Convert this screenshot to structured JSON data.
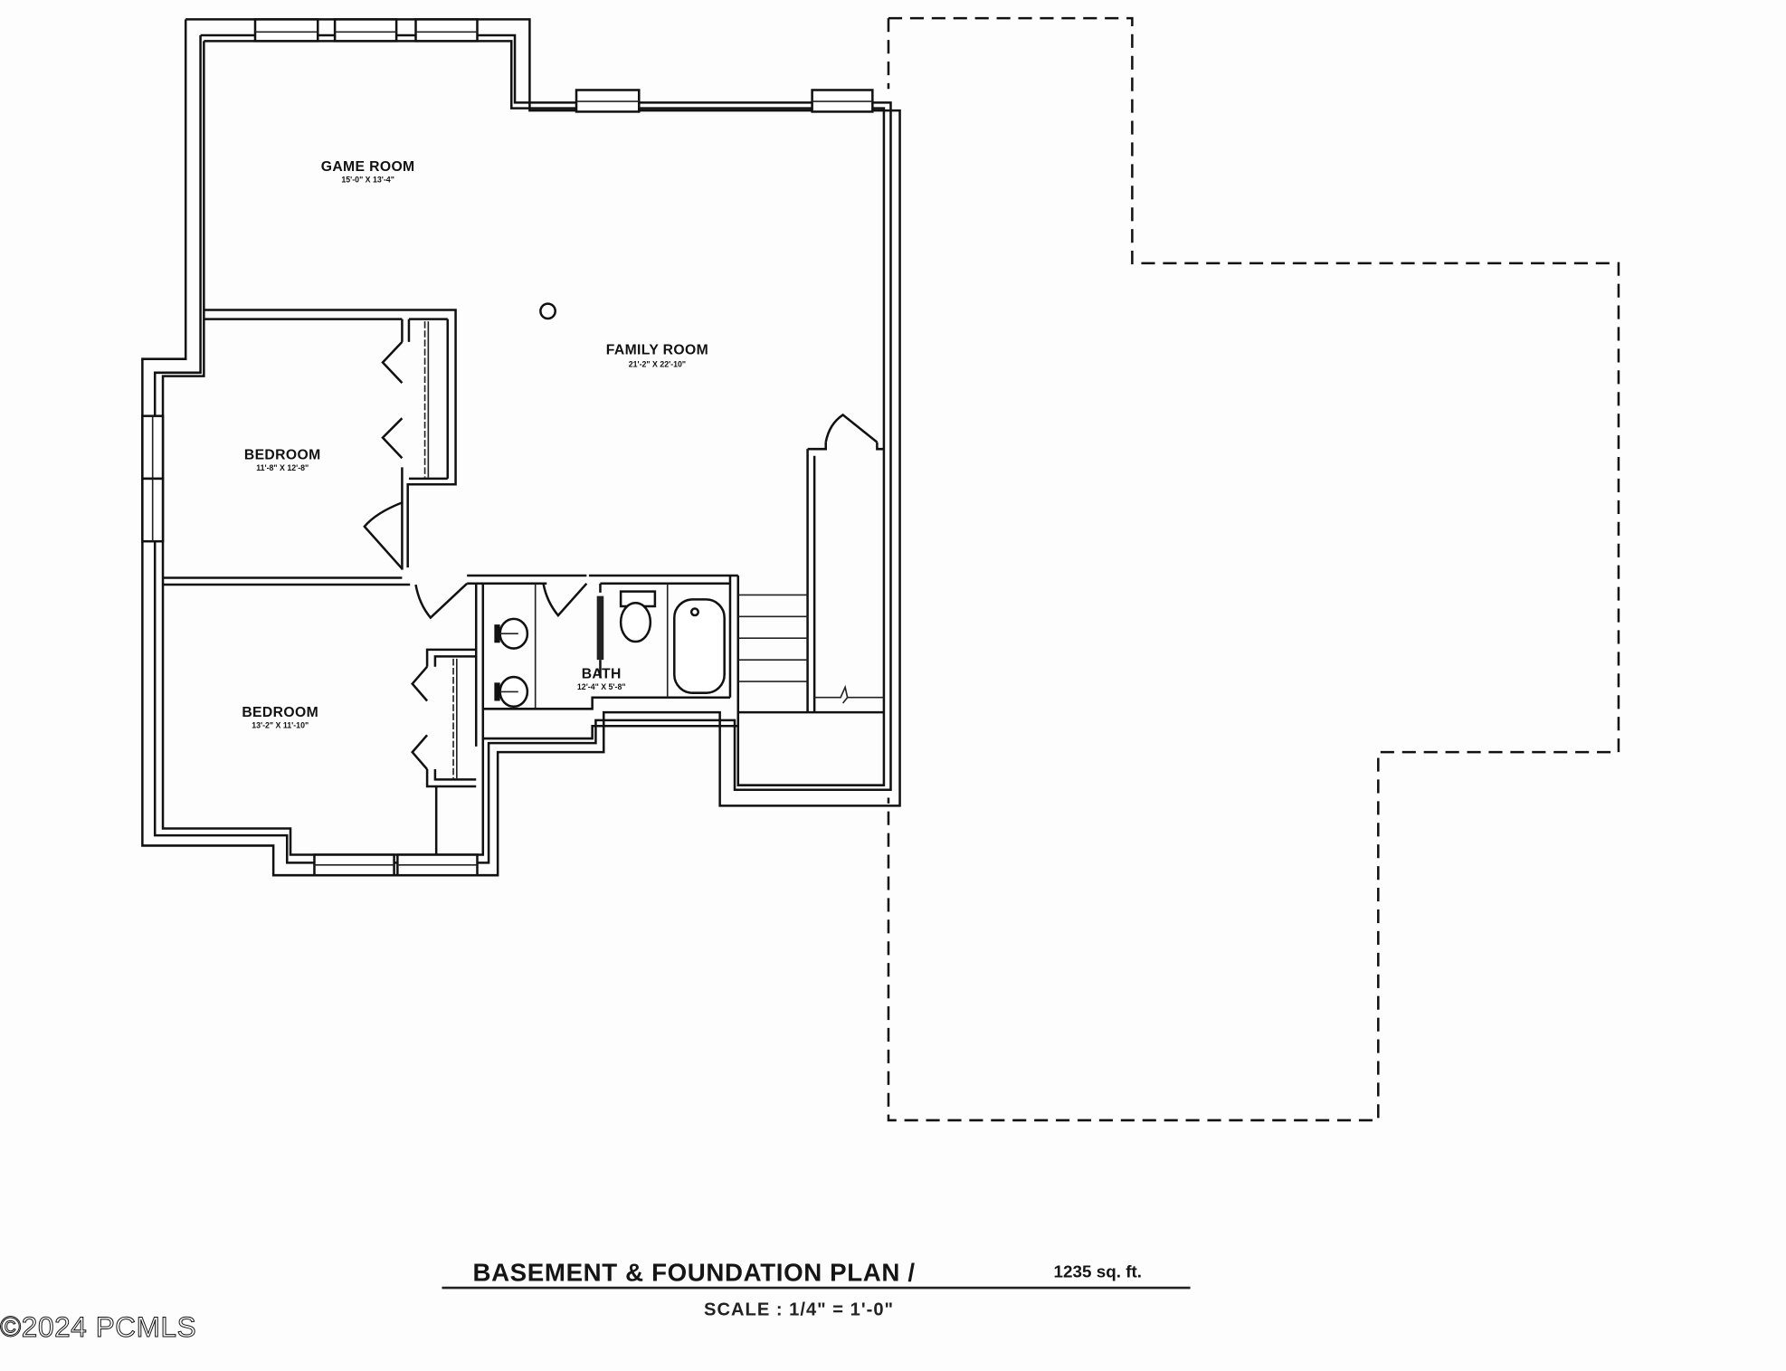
{
  "plan": {
    "title": "BASEMENT & FOUNDATION PLAN /",
    "area": "1235 sq. ft.",
    "scale": "SCALE : 1/4\" = 1'-0\"",
    "watermark": "©2024 PCMLS"
  },
  "rooms": [
    {
      "name": "GAME ROOM",
      "dimensions": "15'-0\" X 13'-4\""
    },
    {
      "name": "FAMILY ROOM",
      "dimensions": "21'-2\" X 22'-10\""
    },
    {
      "name": "BEDROOM",
      "dimensions": "11'-8\" X 12'-8\""
    },
    {
      "name": "BEDROOM",
      "dimensions": "13'-2\" X 11'-10\""
    },
    {
      "name": "BATH",
      "dimensions": "12'-4\" X 5'-8\""
    }
  ],
  "colors": {
    "line": "#111111",
    "background": "#fdfdfd"
  }
}
